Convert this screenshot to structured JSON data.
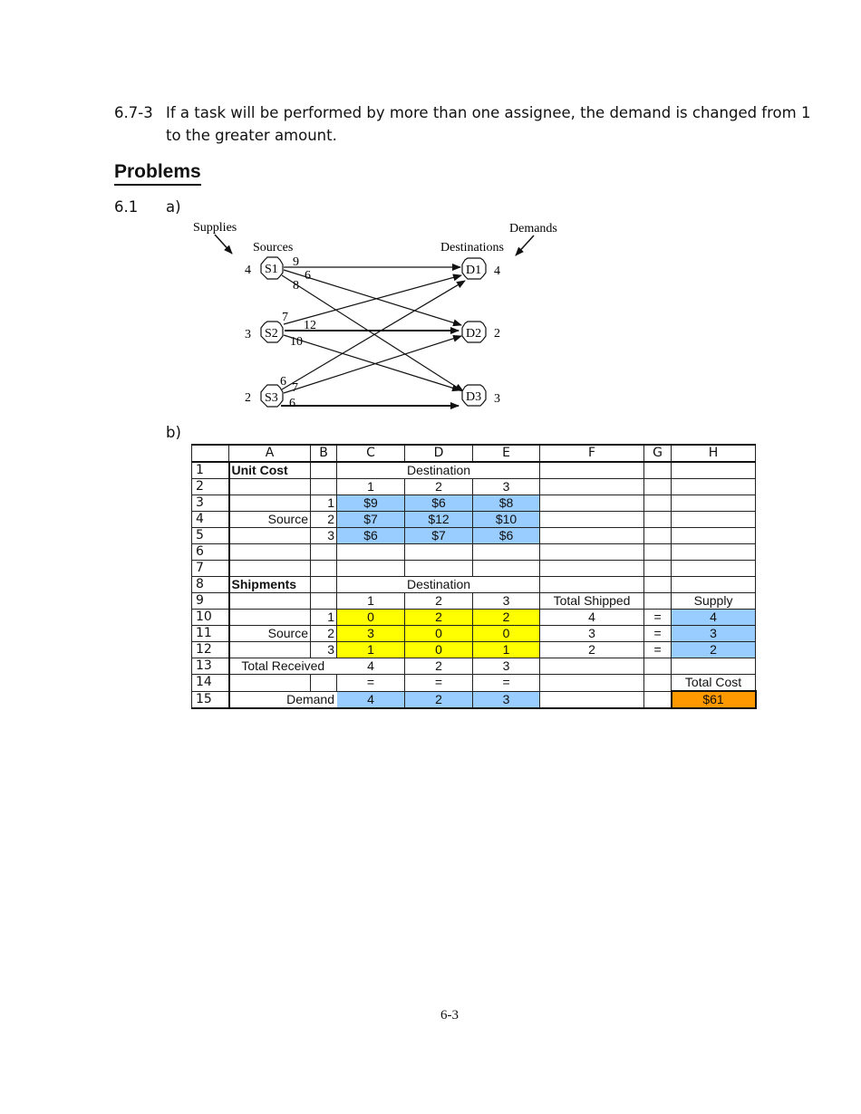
{
  "text": {
    "item_673_number": "6.7-3",
    "item_673_line1": "If a task will be performed by more than one assignee, the demand is changed from 1",
    "item_673_line2": "to the greater amount.",
    "problems_heading": "Problems",
    "problem_number": "6.1",
    "part_a": "a)",
    "part_b": "b)",
    "page_number": "6-3"
  },
  "network": {
    "supplies_label": "Supplies",
    "demands_label": "Demands",
    "sources_label": "Sources",
    "destinations_label": "Destinations",
    "sources": [
      {
        "id": "S1",
        "supply": "4"
      },
      {
        "id": "S2",
        "supply": "3"
      },
      {
        "id": "S3",
        "supply": "2"
      }
    ],
    "destinations": [
      {
        "id": "D1",
        "demand": "4"
      },
      {
        "id": "D2",
        "demand": "2"
      },
      {
        "id": "D3",
        "demand": "3"
      }
    ],
    "arc_costs": {
      "S1": [
        "9",
        "6",
        "8"
      ],
      "S2": [
        "7",
        "12",
        "10"
      ],
      "S3": [
        "6",
        "7",
        "6"
      ]
    }
  },
  "sheet": {
    "columns": [
      "A",
      "B",
      "C",
      "D",
      "E",
      "F",
      "G",
      "H"
    ],
    "rows": [
      "1",
      "2",
      "3",
      "4",
      "5",
      "6",
      "7",
      "8",
      "9",
      "10",
      "11",
      "12",
      "13",
      "14",
      "15"
    ],
    "unit_cost_label": "Unit Cost",
    "destination_label": "Destination",
    "source_label": "Source",
    "dest_indices": [
      "1",
      "2",
      "3"
    ],
    "source_indices": [
      "1",
      "2",
      "3"
    ],
    "unit_costs": [
      [
        "$9",
        "$6",
        "$8"
      ],
      [
        "$7",
        "$12",
        "$10"
      ],
      [
        "$6",
        "$7",
        "$6"
      ]
    ],
    "shipments_label": "Shipments",
    "total_shipped_label": "Total Shipped",
    "supply_label": "Supply",
    "shipments": [
      [
        "0",
        "2",
        "2"
      ],
      [
        "3",
        "0",
        "0"
      ],
      [
        "1",
        "0",
        "1"
      ]
    ],
    "total_shipped": [
      "4",
      "3",
      "2"
    ],
    "equals": "=",
    "supply": [
      "4",
      "3",
      "2"
    ],
    "total_received_label": "Total Received",
    "total_received": [
      "4",
      "2",
      "3"
    ],
    "total_cost_label": "Total Cost",
    "demand_label": "Demand",
    "demand": [
      "4",
      "2",
      "3"
    ],
    "total_cost": "$61",
    "colors": {
      "data_blue": "#99ccff",
      "changing_yellow": "#ffff00",
      "target_orange": "#ff9900"
    }
  }
}
